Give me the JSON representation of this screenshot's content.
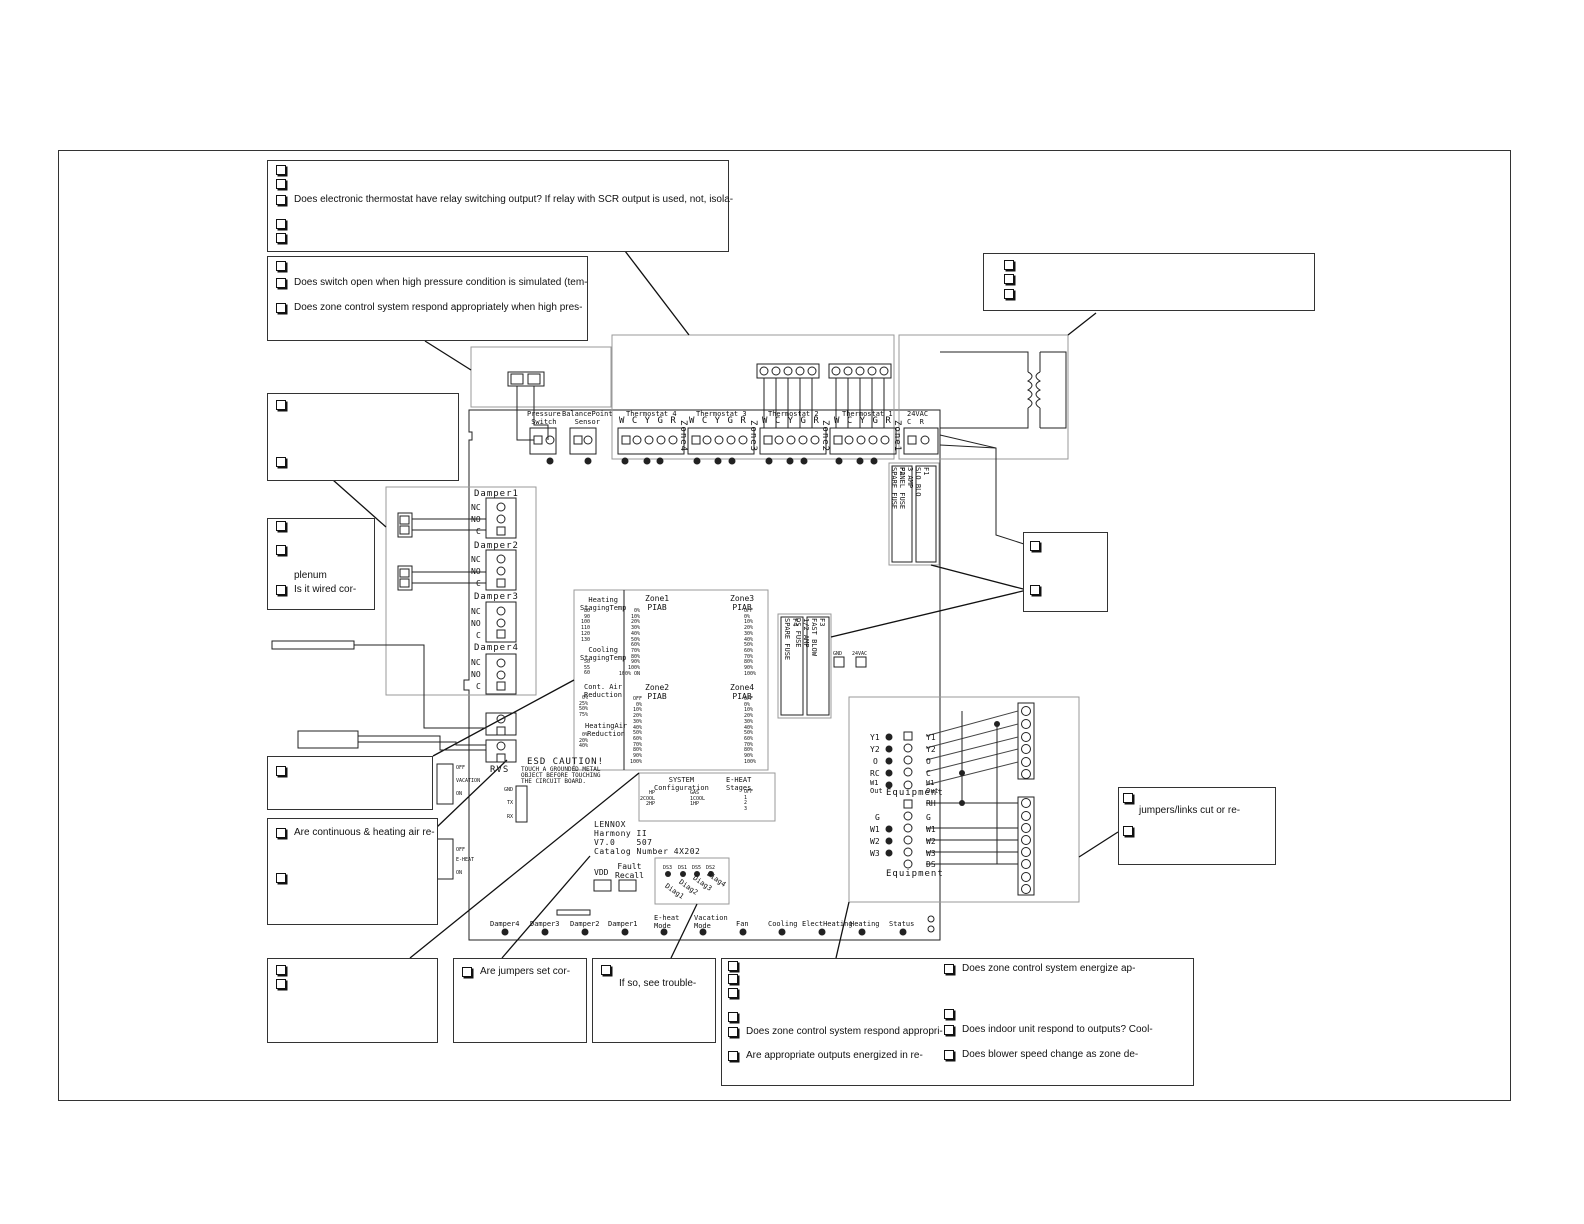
{
  "checklist_boxes": {
    "thermostat": {
      "items": [
        "",
        "",
        "Does electronic thermostat have relay switching output? If relay with SCR output is used, not, isola-",
        "",
        ""
      ]
    },
    "pressure_switch": {
      "items": [
        "",
        "Does switch open when high pressure condition is simulated (tem-",
        "Does zone control system respond appropriately when high pres-"
      ]
    },
    "transformer": {
      "items": [
        "",
        "",
        ""
      ]
    },
    "damper_wiring": {
      "items": [
        "",
        ""
      ]
    },
    "balance_sensor": {
      "items": [
        "",
        "",
        "plenum",
        "Is it wired cor-"
      ]
    },
    "fuse": {
      "items": [
        "",
        ""
      ]
    },
    "jumpers_links": {
      "items": [
        "jumpers/links  cut or re-",
        ""
      ]
    },
    "rvs_sensor": {
      "items": [
        ""
      ]
    },
    "air_reduction": {
      "items": [
        "Are continuous & heating air re-",
        ""
      ]
    },
    "bottom_left": {
      "items": [
        "",
        ""
      ]
    },
    "jumpers_set": {
      "items": [
        "Are jumpers set cor-"
      ]
    },
    "trouble": {
      "items": [
        "",
        "If so, see trouble-"
      ]
    },
    "outputs_left": {
      "items": [
        "",
        "",
        "",
        "",
        "Does zone control system respond appropri-",
        "Are appropriate outputs energized in re-"
      ]
    },
    "outputs_right": {
      "items": [
        "Does zone control system energize ap-",
        "",
        "Does indoor unit respond to outputs? Cool-",
        "Does blower speed change as zone de-"
      ]
    }
  },
  "board": {
    "pressure_switch": "Pressure\nSwitch",
    "balancepoint": "BalancePoint\nSensor",
    "thermostats": [
      "Thermostat 4",
      "Thermostat 3",
      "Thermostat 2",
      "Thermostat 1"
    ],
    "wcygr": "W C Y G R",
    "zones_vertical": [
      "Zone4",
      "Zone3",
      "Zone2",
      "Zone1"
    ],
    "power_label": "24VAC\nC  R",
    "fuses": {
      "f1": "F1\nSLO BLO\n3 AMP\nPANEL FUSE",
      "f2": "F2\nSPARE FUSE",
      "f3": "F3\nFAST BLOW\n1/2 AMP\nDS FUSE",
      "f4": "F4\nSPARE FUSE"
    },
    "gnd_24": [
      "GND",
      "24VAC"
    ],
    "dampers": [
      "Damper1",
      "Damper2",
      "Damper3",
      "Damper4"
    ],
    "nc_no_c": [
      "NC",
      "NO",
      "C"
    ],
    "rvs": "RVS",
    "esd": "ESD CAUTION!",
    "esd_text": "TOUCH A GROUNDED METAL\nOBJECT BEFORE TOUCHING\nTHE CIRCUIT BOARD.",
    "heating_staging": "Heating\nStagingTemp",
    "heating_staging_vals": [
      "80",
      "90",
      "100",
      "110",
      "120",
      "130"
    ],
    "cooling_staging": "Cooling\nStagingTemp",
    "cooling_staging_vals": [
      "50",
      "55",
      "60"
    ],
    "cont_air": "Cont. Air\nReduction",
    "cont_air_vals": [
      "0%",
      "25%",
      "50%",
      "75%"
    ],
    "heat_air": "HeatingAir\nReduction",
    "heat_air_vals": [
      "0%",
      "20%",
      "40%"
    ],
    "zone1_piab": "Zone1\nPIAB",
    "zone2_piab": "Zone2\nPIAB",
    "zone3_piab": "Zone3\nPIAB",
    "zone4_piab": "Zone4\nPIAB",
    "piab_vals": [
      "OFF",
      "0%",
      "10%",
      "20%",
      "30%",
      "40%",
      "50%",
      "60%",
      "70%",
      "80%",
      "90%",
      "100%"
    ],
    "piab_vals_z1": [
      "0%",
      "10%",
      "20%",
      "30%",
      "40%",
      "50%",
      "60%",
      "70%",
      "80%",
      "90%",
      "100%",
      "100% ON"
    ],
    "system_config": "SYSTEM\nConfiguration",
    "system_left": [
      "HP",
      "2COOL",
      "2HP"
    ],
    "system_right": [
      "GAS",
      "1COOL",
      "1HP"
    ],
    "eheat": "E-HEAT\nStages",
    "eheat_vals": [
      "OFF",
      "1",
      "2",
      "3"
    ],
    "vacation": [
      "OFF",
      "VACATION",
      "ON"
    ],
    "eheat_sw": [
      "OFF",
      "E-HEAT",
      "ON"
    ],
    "gnd_tx_rx": [
      "GND",
      "TX",
      "RX"
    ],
    "lennox": "LENNOX\nHarmony II\nV7.0    507\nCatalog Number 4X202",
    "vdd": "VDD",
    "fault": "Fault\nRecall",
    "diag_top": [
      "DS3",
      "DS1",
      "DS5",
      "DS2"
    ],
    "diag_rot": [
      "Diag1",
      "Diag2",
      "Diag3",
      "Diag4"
    ],
    "leds": [
      "Damper4",
      "Damper3",
      "Damper2",
      "Damper1",
      "E-heat\nMode",
      "Vacation\nMode",
      "Fan",
      "Cooling",
      "ElectHeating",
      "Heating",
      "Status"
    ],
    "equip_left": [
      "Y1",
      "Y2",
      "O",
      "RC",
      "W1\nOut"
    ],
    "equip_left2": [
      "G",
      "W1",
      "W2",
      "W3"
    ],
    "equip_right": [
      "Y1",
      "Y2",
      "O",
      "C",
      "W1\nOut"
    ],
    "equip_right2": [
      "RH",
      "G",
      "W1",
      "W2",
      "W3",
      "DS"
    ],
    "equipment": "Equipment"
  }
}
